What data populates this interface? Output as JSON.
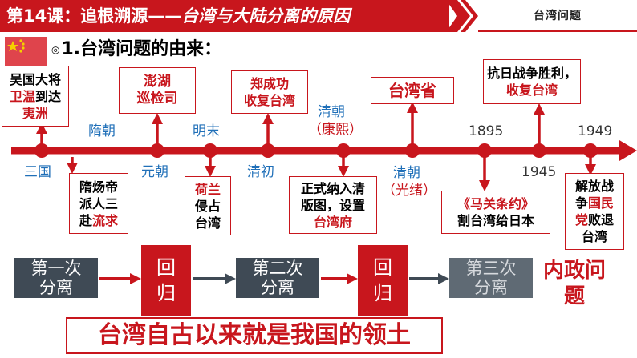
{
  "header": {
    "title_main": "第14课：追根溯源——",
    "title_sub": "台湾与大陆分离的原因",
    "right_label": "台湾问题"
  },
  "section": {
    "marker": "◎",
    "title": "1.台湾问题的由来："
  },
  "timeline": {
    "labels": {
      "sanguo": "三国",
      "suichao": "隋朝",
      "yuanchao": "元朝",
      "mingmo": "明末",
      "qingchu": "清初",
      "qingchao_kangxi_1": "清朝",
      "qingchao_kangxi_2": "（康熙）",
      "qingchao_guangxu_1": "清朝",
      "qingchao_guangxu_2": "（光绪）",
      "y1895": "1895",
      "y1945": "1945",
      "y1949": "1949"
    },
    "boxes": {
      "wu": {
        "l1": "吴国大将",
        "l2a": "卫温",
        "l2b": "到达",
        "l3": "夷洲"
      },
      "sui": {
        "l1": "隋炀帝",
        "l2": "派人三",
        "l3a": "赴",
        "l3b": "流求"
      },
      "yuan": {
        "l1": "澎湖",
        "l2": "巡检司"
      },
      "helan": {
        "l1": "荷兰",
        "l2": "侵占",
        "l3": "台湾"
      },
      "zheng": {
        "l1": "郑成功",
        "l2": "收复台湾"
      },
      "qing": {
        "l1": "正式纳入清",
        "l2": "版图，设置",
        "l3": "台湾府"
      },
      "sheng": {
        "l1": "台湾省"
      },
      "maguan": {
        "l1": "《马关条约》",
        "l2": "割台湾给日本"
      },
      "kangri": {
        "l1": "抗日战争胜利，",
        "l2": "收复台湾"
      },
      "jiefang": {
        "l1": "解放战",
        "l2a": "争",
        "l2b": "国民",
        "l3a": "党",
        "l3b": "败退",
        "l4": "台湾"
      }
    }
  },
  "stages": {
    "s1": {
      "l1": "第一次",
      "l2": "分离"
    },
    "h1": {
      "l1": "回",
      "l2": "归"
    },
    "s2": {
      "l1": "第二次",
      "l2": "分离"
    },
    "h2": {
      "l1": "回",
      "l2": "归"
    },
    "s3": {
      "l1": "第三次",
      "l2": "分离"
    },
    "neizheng": {
      "l1": "内政问",
      "l2": "题"
    }
  },
  "conclusion": "台湾自古以来就是我国的领土",
  "colors": {
    "accent": "#c8161d",
    "blue": "#1f6fb8",
    "dark": "#3f4a55"
  }
}
